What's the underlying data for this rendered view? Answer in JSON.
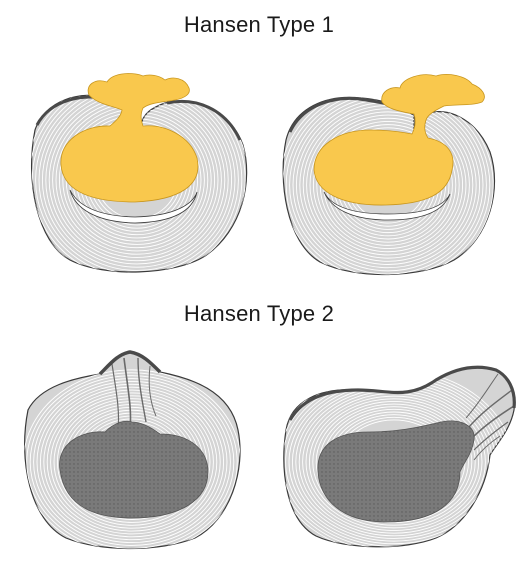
{
  "diagram": {
    "title_type1": "Hansen Type 1",
    "title_type2": "Hansen Type 2",
    "colors": {
      "annulus_fill": "#d4d4d4",
      "annulus_outline": "#3a3a3a",
      "lamella_line": "#ffffff",
      "extruded_nucleus": "#f9c84d",
      "nucleus_outline": "#c8961e",
      "degenerated_nucleus": "#7a7a7a",
      "dorsal_edge": "#4a4a4a"
    },
    "discs": [
      {
        "group": "Hansen Type 1",
        "name": "disc-type1-midline-extrusion"
      },
      {
        "group": "Hansen Type 1",
        "name": "disc-type1-lateral-extrusion"
      },
      {
        "group": "Hansen Type 2",
        "name": "disc-type2-midline-protrusion"
      },
      {
        "group": "Hansen Type 2",
        "name": "disc-type2-lateral-protrusion"
      }
    ]
  }
}
